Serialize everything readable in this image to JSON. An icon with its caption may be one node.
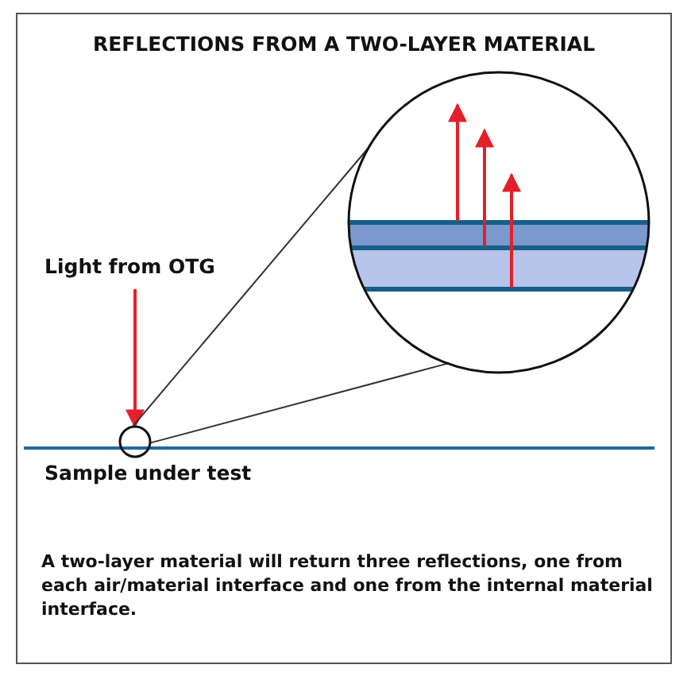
{
  "diagram": {
    "title": "REFLECTIONS FROM A TWO-LAYER MATERIAL",
    "caption": "A two-layer material will return three reflections, one from each air/material interface and one from the internal material interface.",
    "nodes": [
      {
        "text": [
          "Light from OTG"
        ]
      },
      {
        "text": [],
        "shape": "circle"
      },
      {
        "text": [],
        "shape": "circle"
      }
    ],
    "edges": [
      {
        "from": 0,
        "to": 1,
        "arrow": "to",
        "color": "#e3202a"
      },
      {
        "from": 1,
        "to": 2,
        "arrow": "none"
      },
      {
        "from": 1,
        "to": 2,
        "arrow": "none"
      }
    ],
    "labels": [
      "Sample under test"
    ]
  }
}
